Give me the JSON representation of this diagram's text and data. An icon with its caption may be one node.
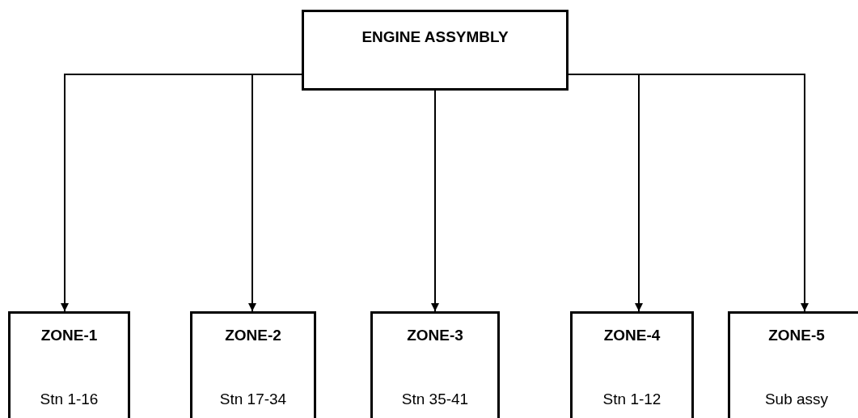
{
  "diagram": {
    "nodes": [
      {
        "text": [
          "ENGINE ASSYMBLY"
        ]
      },
      {
        "text": [
          "ZONE-1",
          "Stn 1-16"
        ]
      },
      {
        "text": [
          "ZONE-2",
          "Stn 17-34"
        ]
      },
      {
        "text": [
          "ZONE-3",
          "Stn 35-41"
        ]
      },
      {
        "text": [
          "ZONE-4",
          "Stn 1-12"
        ]
      },
      {
        "text": [
          "ZONE-5",
          "Sub assy"
        ]
      }
    ],
    "edges": [
      {
        "from": 0,
        "to": 1,
        "arrow": "to"
      },
      {
        "from": 0,
        "to": 2,
        "arrow": "to"
      },
      {
        "from": 0,
        "to": 3,
        "arrow": "to"
      },
      {
        "from": 0,
        "to": 4,
        "arrow": "to"
      },
      {
        "from": 0,
        "to": 5,
        "arrow": "to"
      }
    ]
  }
}
